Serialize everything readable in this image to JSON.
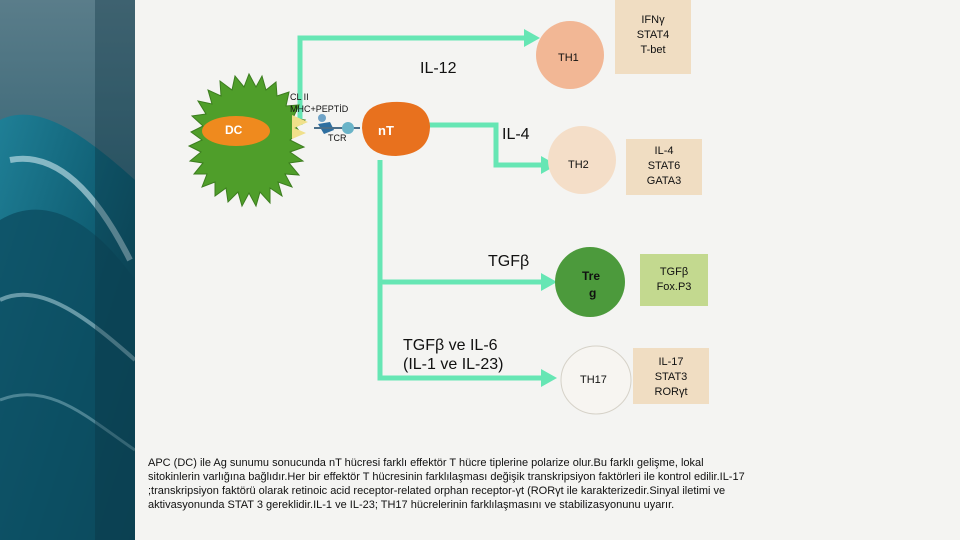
{
  "dendritic_cell": {
    "label": "DC"
  },
  "mhc": {
    "line1": "CL II",
    "line2": "MHC+PEPTİD"
  },
  "tcr": {
    "label": "TCR"
  },
  "naive_t": {
    "label": "nT"
  },
  "signals": {
    "il12": "IL-12",
    "il4": "IL-4",
    "tgfb": "TGFβ",
    "tgfb_il6_line1": "TGFβ ve IL-6",
    "tgfb_il6_line2": "(IL-1 ve IL-23)"
  },
  "cells": {
    "th1": "TH1",
    "th2": "TH2",
    "treg_line1": "Tre",
    "treg_line2": "g",
    "th17": "TH17"
  },
  "factors": {
    "th1": [
      "IFNγ",
      "STAT4",
      "T-bet"
    ],
    "th2": [
      "IL-4",
      "STAT6",
      "GATA3"
    ],
    "treg": [
      "TGFβ",
      "Fox.P3"
    ],
    "th17": [
      "IL-17",
      "STAT3",
      "RORγt"
    ]
  },
  "caption": [
    "APC (DC) ile Ag sunumu sonucunda nT hücresi farklı effektör T hücre tiplerine polarize olur.Bu farklı gelişme, lokal",
    "sitokinlerin varlığına bağlıdır.Her bir effektör T hücresinin farklılaşması değişik transkripsiyon faktörleri ile kontrol edilir.IL-17",
    ";transkripsiyon faktörü olarak retinoic acid receptor-related orphan receptor-γt (RORγt ile karakterizedir.Sinyal iletimi ve",
    "aktivasyonunda STAT 3 gereklidir.IL-1 ve IL-23; TH17 hücrelerinin farklılaşmasını ve stabilizasyonunu uyarır."
  ],
  "colors": {
    "arrow": "#66e6b4",
    "dc_star": "#4f9e2a",
    "dc_oval": "#ef8a1e",
    "nt_cell": "#e8711e",
    "th1": "#f2b795",
    "th2": "#f4dec8",
    "treg": "#4c9a3c",
    "th17": "#f7f5f1",
    "factor_box": "#f0ddc2",
    "treg_box": "#c3d98f"
  }
}
